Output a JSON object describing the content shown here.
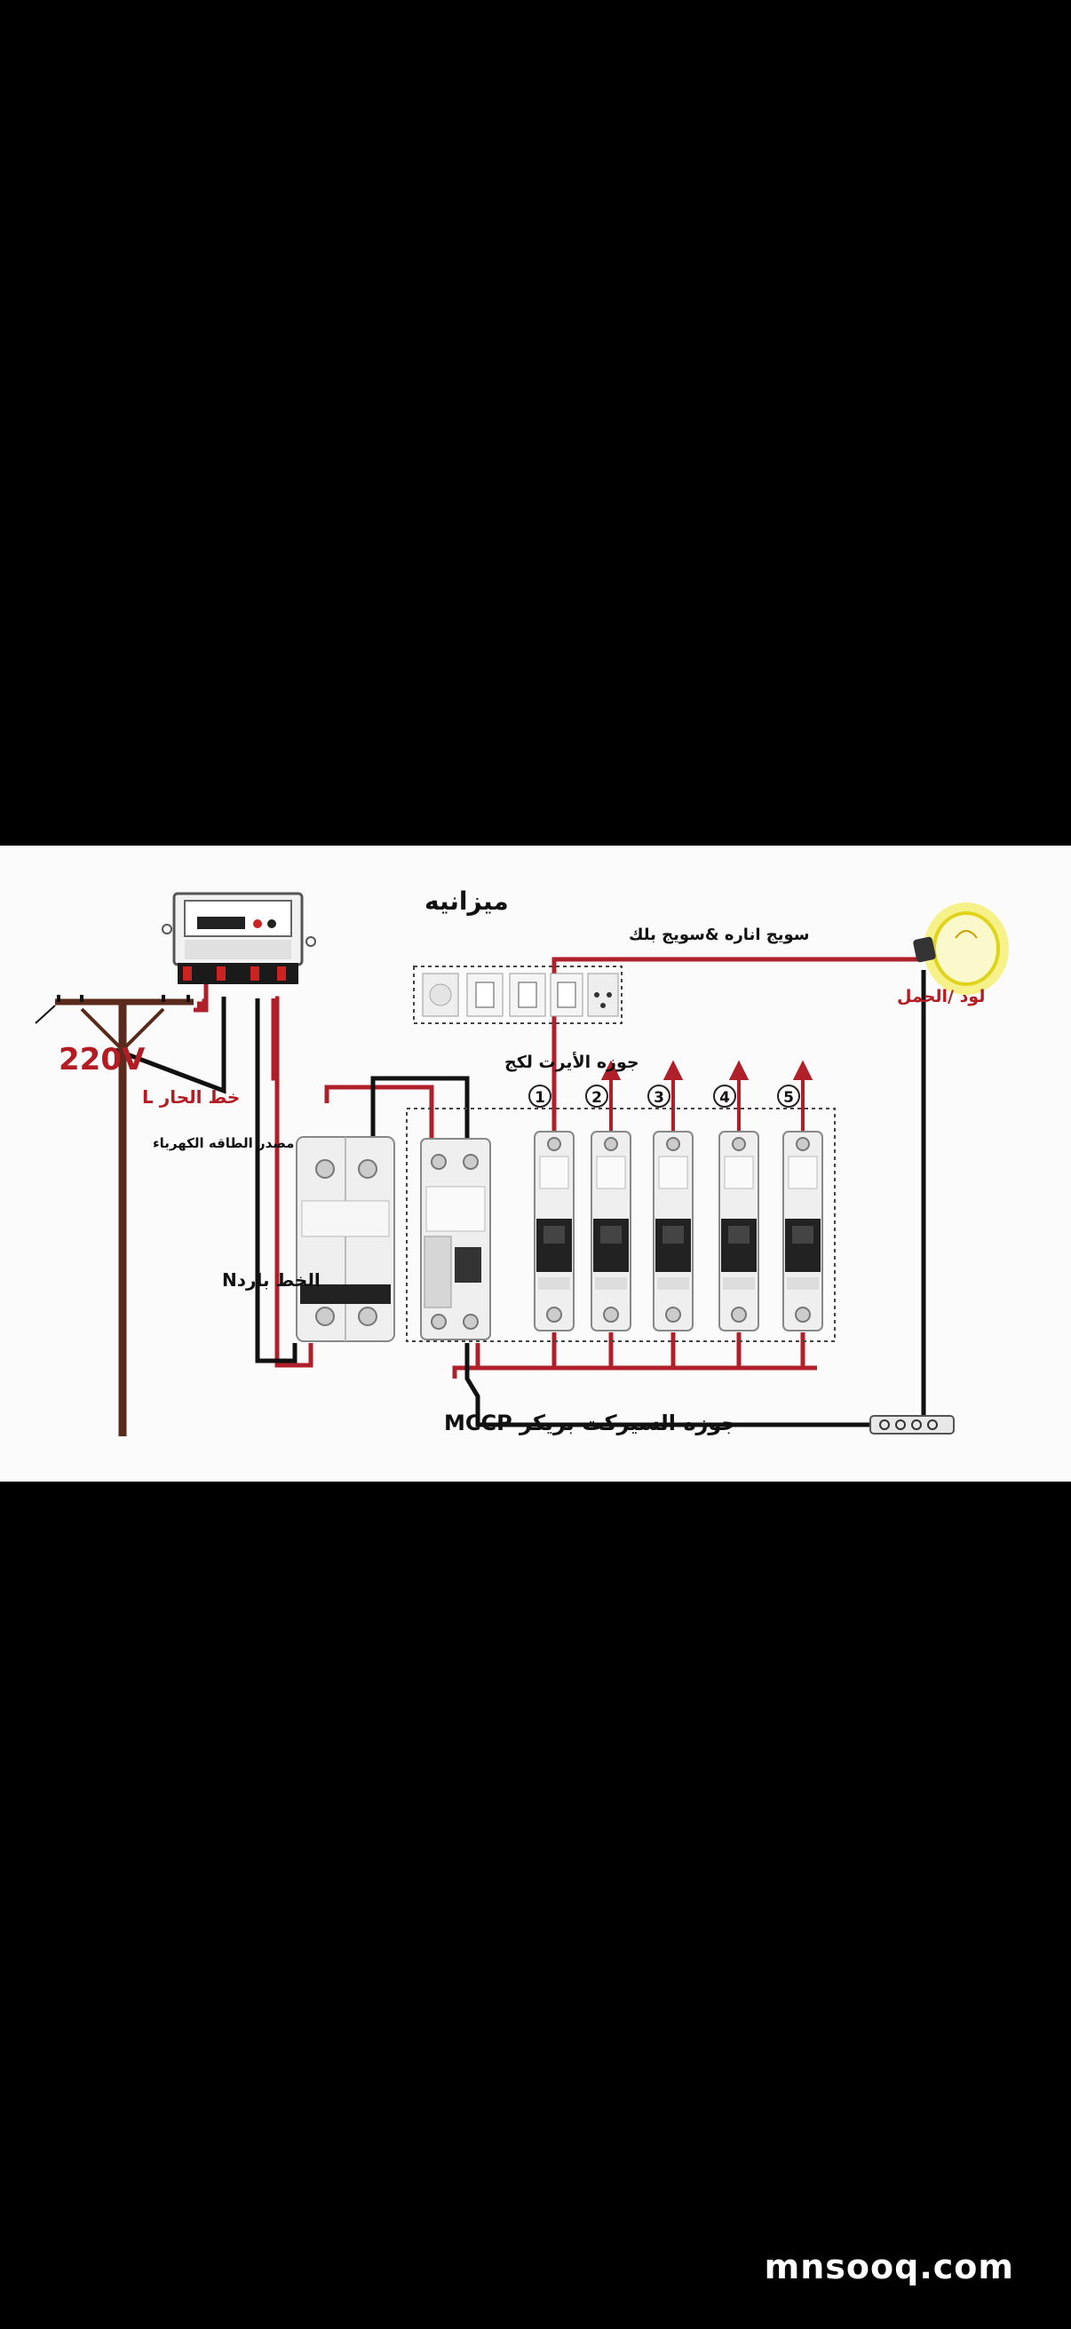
{
  "diagram": {
    "labels": {
      "meter": "ميزانيه",
      "switches": "سويج اناره &سويج بلك",
      "load": "لود /الحمل",
      "rcd": "جوزه الأيرت لكج",
      "voltage": "220V",
      "live": "خط الحار L",
      "source": "مصدر الطاقه الكهرباء",
      "neutral": "الخط باردN",
      "mccb": "جوزه السيركت بريكر MCCP"
    },
    "circuit_numbers": [
      "1",
      "2",
      "3",
      "4",
      "5"
    ],
    "colors": {
      "live": "#b0202a",
      "neutral": "#111111",
      "text_red": "#b41c24",
      "lamp_glow": "#f2ea2a"
    }
  },
  "watermark": {
    "text": "mnsooq.com"
  }
}
